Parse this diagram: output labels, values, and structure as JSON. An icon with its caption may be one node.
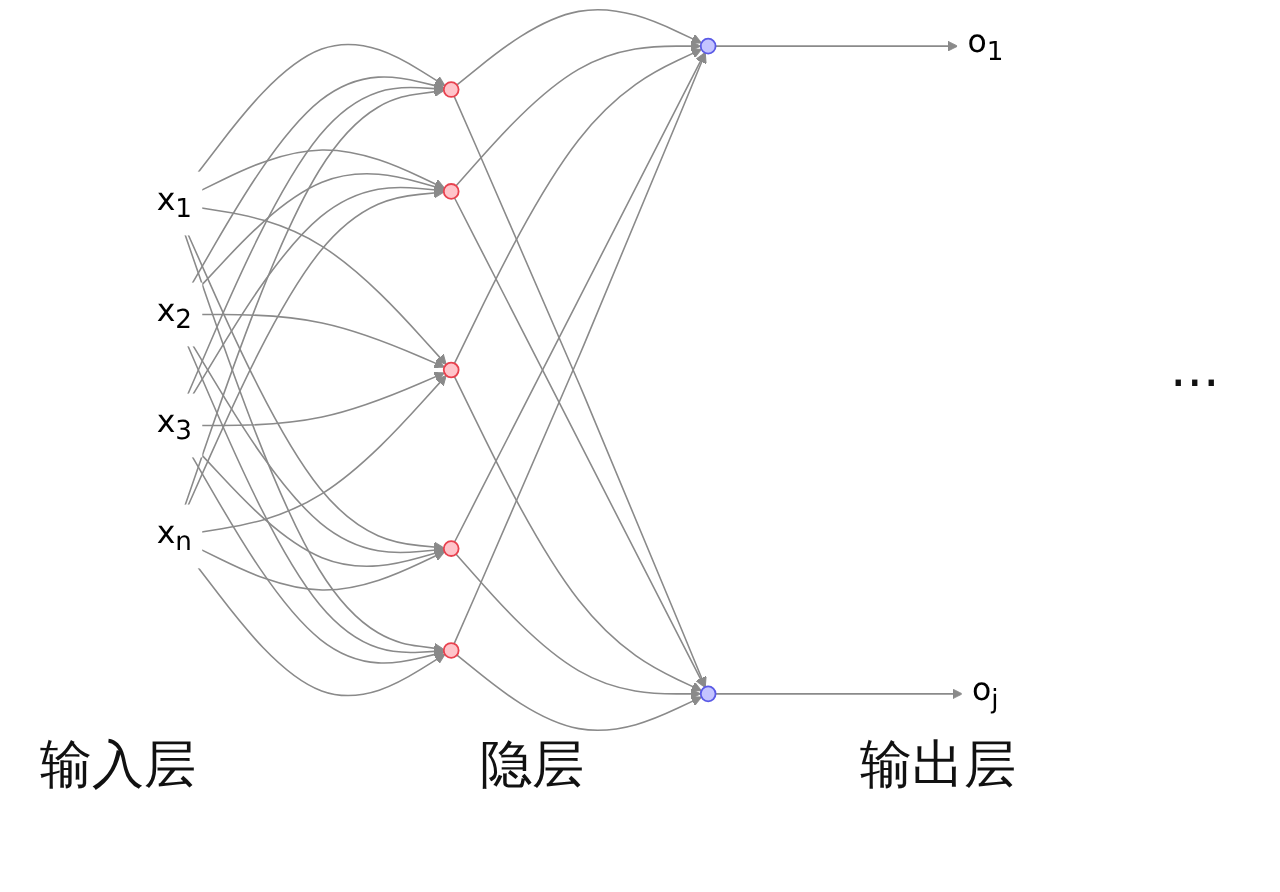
{
  "diagram": {
    "nodes": [
      {
        "text": [
          "x$_{1}$"
        ]
      },
      {
        "text": [
          "x$_{2}$"
        ]
      },
      {
        "text": [
          "x$_{3}$"
        ]
      },
      {
        "text": [
          "x$_{n}$"
        ]
      },
      {
        "text": [],
        "shape": "circle"
      },
      {
        "text": [],
        "shape": "circle"
      },
      {
        "text": [],
        "shape": "circle"
      },
      {
        "text": [],
        "shape": "circle"
      },
      {
        "text": [],
        "shape": "circle"
      },
      {
        "text": [],
        "shape": "circle"
      },
      {
        "text": [],
        "shape": "circle"
      },
      {
        "text": [
          "o$_{1}$"
        ]
      },
      {
        "text": [
          "o$_{j}$"
        ]
      }
    ],
    "edges": [
      {
        "from": 0,
        "to": 4,
        "arrow": "to"
      },
      {
        "from": 0,
        "to": 5,
        "arrow": "to"
      },
      {
        "from": 0,
        "to": 6,
        "arrow": "to"
      },
      {
        "from": 0,
        "to": 7,
        "arrow": "to"
      },
      {
        "from": 0,
        "to": 8,
        "arrow": "to"
      },
      {
        "from": 1,
        "to": 4,
        "arrow": "to"
      },
      {
        "from": 1,
        "to": 5,
        "arrow": "to"
      },
      {
        "from": 1,
        "to": 6,
        "arrow": "to"
      },
      {
        "from": 1,
        "to": 7,
        "arrow": "to"
      },
      {
        "from": 1,
        "to": 8,
        "arrow": "to"
      },
      {
        "from": 2,
        "to": 4,
        "arrow": "to"
      },
      {
        "from": 2,
        "to": 5,
        "arrow": "to"
      },
      {
        "from": 2,
        "to": 6,
        "arrow": "to"
      },
      {
        "from": 2,
        "to": 7,
        "arrow": "to"
      },
      {
        "from": 2,
        "to": 8,
        "arrow": "to"
      },
      {
        "from": 3,
        "to": 4,
        "arrow": "to"
      },
      {
        "from": 3,
        "to": 5,
        "arrow": "to"
      },
      {
        "from": 3,
        "to": 6,
        "arrow": "to"
      },
      {
        "from": 3,
        "to": 7,
        "arrow": "to"
      },
      {
        "from": 3,
        "to": 8,
        "arrow": "to"
      },
      {
        "from": 4,
        "to": 9,
        "arrow": "to"
      },
      {
        "from": 4,
        "to": 10,
        "arrow": "to"
      },
      {
        "from": 5,
        "to": 9,
        "arrow": "to"
      },
      {
        "from": 5,
        "to": 10,
        "arrow": "to"
      },
      {
        "from": 6,
        "to": 9,
        "arrow": "to"
      },
      {
        "from": 6,
        "to": 10,
        "arrow": "to"
      },
      {
        "from": 7,
        "to": 9,
        "arrow": "to"
      },
      {
        "from": 7,
        "to": 10,
        "arrow": "to"
      },
      {
        "from": 8,
        "to": 9,
        "arrow": "to"
      },
      {
        "from": 8,
        "to": 10,
        "arrow": "to"
      },
      {
        "from": 9,
        "to": 11,
        "arrow": "to"
      },
      {
        "from": 10,
        "to": 12,
        "arrow": "to"
      }
    ],
    "labels": [
      "输入层",
      "隐层",
      "输出层",
      "..."
    ]
  }
}
